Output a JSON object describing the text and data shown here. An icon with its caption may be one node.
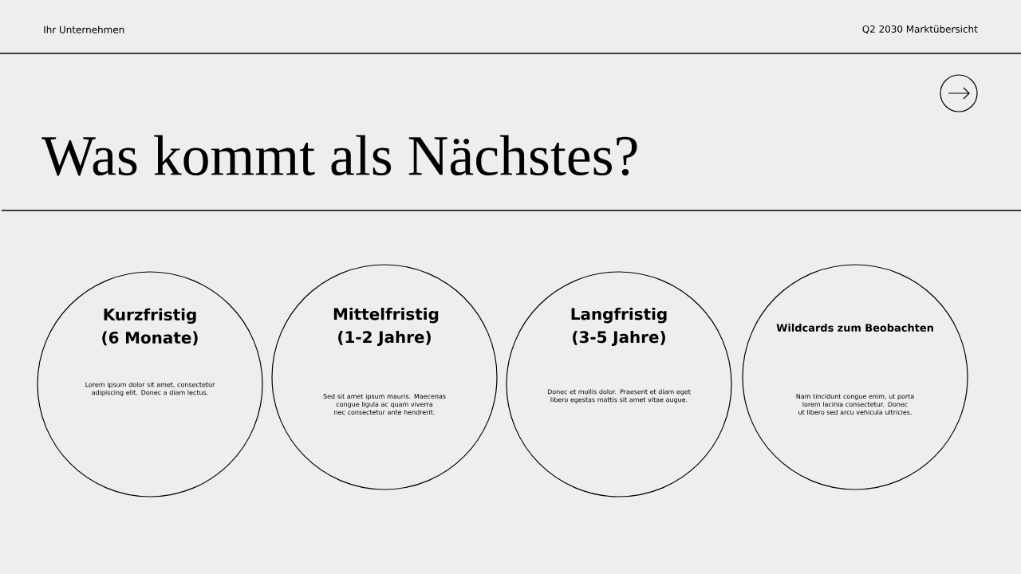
{
  "diagram": {
    "title": "Was kommt als Nächstes?",
    "nodes": [
      {
        "text": [
          "Kurzfristig (6 Monate)",
          "Lorem ipsum dolor sit amet, consectetur adipiscing elit. Donec a diam lectus."
        ]
      },
      {
        "text": [
          "Mittelfristig (1-2 Jahre)",
          "Sed sit amet ipsum mauris. Maecenas congue ligula ac quam viverra nec consectetur ante hendrerit."
        ]
      },
      {
        "text": [
          "Langfristig (3-5 Jahre)",
          "Donec et mollis dolor. Praesent et diam eget libero egestas mattis sit amet vitae augue."
        ]
      },
      {
        "text": [
          "Wildcards zum Beobachten",
          "Nam tincidunt congue enim, ut porta lorem lacinia consectetur. Donec ut libero sed arcu vehicula ultricies."
        ]
      }
    ],
    "labels": [
      "Ihr Unternehmen",
      "Q2 2030 Marktübersicht"
    ]
  }
}
